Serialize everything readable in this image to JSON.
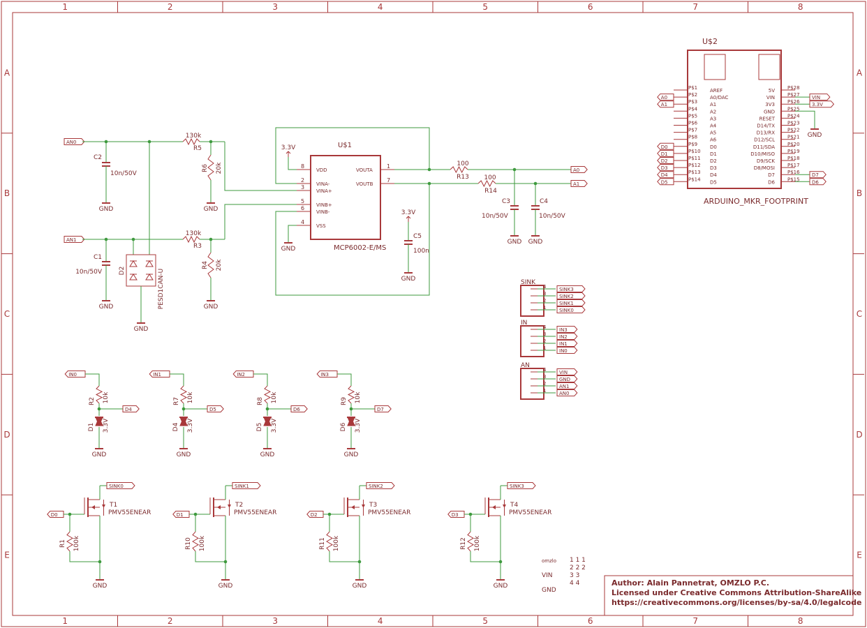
{
  "frame": {
    "columns": [
      "1",
      "2",
      "3",
      "4",
      "5",
      "6",
      "7",
      "8"
    ],
    "rows": [
      "A",
      "B",
      "C",
      "D",
      "E"
    ]
  },
  "u1": {
    "name": "U$1",
    "value": "MCP6002-E/MS",
    "pins_left": [
      {
        "num": "8",
        "name": "VDD"
      },
      {
        "num": "2",
        "name": "VINA-"
      },
      {
        "num": "3",
        "name": "VINA+"
      },
      {
        "num": "5",
        "name": "VINB+"
      },
      {
        "num": "6",
        "name": "VINB-"
      },
      {
        "num": "4",
        "name": "VSS"
      }
    ],
    "pins_right": [
      {
        "num": "1",
        "name": "VOUTA"
      },
      {
        "num": "7",
        "name": "VOUTB"
      }
    ]
  },
  "u2": {
    "name": "U$2",
    "value": "ARDUINO_MKR_FOOTPRINT",
    "left": [
      {
        "pad": "P$1",
        "fn": "AREF",
        "net": ""
      },
      {
        "pad": "P$2",
        "fn": "A0/DAC",
        "net": "A0"
      },
      {
        "pad": "P$3",
        "fn": "A1",
        "net": "A1"
      },
      {
        "pad": "P$4",
        "fn": "A2",
        "net": ""
      },
      {
        "pad": "P$5",
        "fn": "A3",
        "net": ""
      },
      {
        "pad": "P$6",
        "fn": "A4",
        "net": ""
      },
      {
        "pad": "P$7",
        "fn": "A5",
        "net": ""
      },
      {
        "pad": "P$8",
        "fn": "A6",
        "net": ""
      },
      {
        "pad": "P$9",
        "fn": "D0",
        "net": "D0"
      },
      {
        "pad": "P$10",
        "fn": "D1",
        "net": "D1"
      },
      {
        "pad": "P$11",
        "fn": "D2",
        "net": "D2"
      },
      {
        "pad": "P$12",
        "fn": "D3",
        "net": "D3"
      },
      {
        "pad": "P$13",
        "fn": "D4",
        "net": "D4"
      },
      {
        "pad": "P$14",
        "fn": "D5",
        "net": "D5"
      }
    ],
    "right": [
      {
        "pad": "P$28",
        "fn": "5V",
        "net": ""
      },
      {
        "pad": "P$27",
        "fn": "VIN",
        "net": "VIN"
      },
      {
        "pad": "P$26",
        "fn": "3V3",
        "net": "3.3V"
      },
      {
        "pad": "P$25",
        "fn": "GND",
        "net": "GND"
      },
      {
        "pad": "P$24",
        "fn": "RESET",
        "net": ""
      },
      {
        "pad": "P$23",
        "fn": "D14/TX",
        "net": ""
      },
      {
        "pad": "P$22",
        "fn": "D13/RX",
        "net": ""
      },
      {
        "pad": "P$21",
        "fn": "D12/SCL",
        "net": ""
      },
      {
        "pad": "P$20",
        "fn": "D11/SDA",
        "net": ""
      },
      {
        "pad": "P$19",
        "fn": "D10/MISO",
        "net": ""
      },
      {
        "pad": "P$18",
        "fn": "D9/SCK",
        "net": ""
      },
      {
        "pad": "P$17",
        "fn": "D8/MOSI",
        "net": ""
      },
      {
        "pad": "P$16",
        "fn": "D7",
        "net": "D7"
      },
      {
        "pad": "P$15",
        "fn": "D6",
        "net": "D6"
      }
    ]
  },
  "analog": {
    "r5": {
      "name": "R5",
      "value": "130k"
    },
    "r6": {
      "name": "R6",
      "value": "20k"
    },
    "r3": {
      "name": "R3",
      "value": "130k"
    },
    "r4": {
      "name": "R4",
      "value": "20k"
    },
    "c2": {
      "name": "C2",
      "value": "10n/50V"
    },
    "c1": {
      "name": "C1",
      "value": "10n/50V"
    },
    "d2": {
      "name": "D2",
      "value": "PESD1CAN-U"
    },
    "r13": {
      "name": "R13",
      "value": "100"
    },
    "r14": {
      "name": "R14",
      "value": "100"
    },
    "c3": {
      "name": "C3",
      "value": "10n/50V"
    },
    "c4": {
      "name": "C4",
      "value": "10n/50V"
    },
    "c5": {
      "name": "C5",
      "value": "100n"
    },
    "labels": {
      "an0": "AN0",
      "an1": "AN1",
      "a0": "A0",
      "a1": "A1",
      "gnd": "GND",
      "v33": "3.3V"
    }
  },
  "connectors": [
    {
      "name": "SINK",
      "pins": [
        "4",
        "3",
        "2",
        "1"
      ],
      "nets": [
        "SINK3",
        "SINK2",
        "SINK1",
        "SINK0"
      ]
    },
    {
      "name": "IN",
      "pins": [
        "4",
        "3",
        "2",
        "1"
      ],
      "nets": [
        "IN3",
        "IN2",
        "IN1",
        "IN0"
      ]
    },
    {
      "name": "AN",
      "pins": [
        "4",
        "3",
        "2",
        "1"
      ],
      "nets": [
        "VIN",
        "GND",
        "AN1",
        "AN0"
      ]
    }
  ],
  "inputs": [
    {
      "net": "IN0",
      "r": "R2",
      "rv": "10k",
      "out": "D4",
      "d": "D1",
      "dv": "3.3V"
    },
    {
      "net": "IN1",
      "r": "R7",
      "rv": "10k",
      "out": "D5",
      "d": "D4",
      "dv": "3.3V"
    },
    {
      "net": "IN2",
      "r": "R8",
      "rv": "10k",
      "out": "D6",
      "d": "D5",
      "dv": "3.3V"
    },
    {
      "net": "IN3",
      "r": "R9",
      "rv": "10k",
      "out": "D7",
      "d": "D6",
      "dv": "3.3V"
    }
  ],
  "sinks": [
    {
      "gate": "D0",
      "drain": "SINK0",
      "t": "T1",
      "tv": "PMV55ENEAR",
      "r": "R1",
      "rv": "100k"
    },
    {
      "gate": "D1",
      "drain": "SINK1",
      "t": "T2",
      "tv": "PMV55ENEAR",
      "r": "R10",
      "rv": "100k"
    },
    {
      "gate": "D2",
      "drain": "SINK2",
      "t": "T3",
      "tv": "PMV55ENEAR",
      "r": "R11",
      "rv": "100k"
    },
    {
      "gate": "D3",
      "drain": "SINK3",
      "t": "T4",
      "tv": "PMV55ENEAR",
      "r": "R12",
      "rv": "100k"
    }
  ],
  "misc": {
    "row_names": [
      "omzlo",
      "VIN",
      "GND"
    ],
    "row_values": [
      "1 1 1",
      "2 2 2",
      "3 3",
      "4 4"
    ]
  },
  "title_block": {
    "author": "Author: Alain Pannetrat, OMZLO P.C.",
    "license": "Licensed under Creative Commons Attribution-ShareAlike",
    "url": "https://creativecommons.org/licenses/by-sa/4.0/legalcode"
  }
}
